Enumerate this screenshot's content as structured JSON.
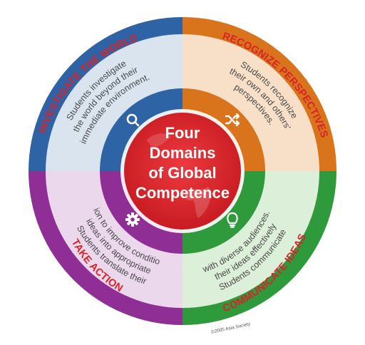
{
  "center": {
    "lines": [
      "Four",
      "Domains",
      "of Global",
      "Competence"
    ]
  },
  "domains": [
    {
      "title": "INVESTIGATE THE WORLD",
      "body": [
        "Students investigate",
        "the world beyond their",
        "immediate environment."
      ],
      "icon": "search-icon",
      "colors": {
        "outer": "#2e63a6",
        "inner": "#d9e4ef",
        "hub": "#2e63a6"
      }
    },
    {
      "title": "RECOGNIZE PERSPECTIVES",
      "body": [
        "Students recognize",
        "their own and others'",
        "perspectives."
      ],
      "icon": "shuffle-icon",
      "colors": {
        "outer": "#d9731c",
        "inner": "#f8dfc8",
        "hub": "#d9731c"
      }
    },
    {
      "title": "COMMUNICATE IDEAS",
      "body": [
        "Students communicate",
        "their ideas effectively",
        "with diverse audiences."
      ],
      "icon": "lightbulb-icon",
      "colors": {
        "outer": "#2e9a3c",
        "inner": "#dcefd8",
        "hub": "#2e9a3c"
      }
    },
    {
      "title": "TAKE ACTION",
      "body": [
        "Students translate their",
        "ideas into appropriate",
        "action to improve conditions."
      ],
      "icon": "gear-icon",
      "colors": {
        "outer": "#8f2f96",
        "inner": "#ecd8ec",
        "hub": "#8f2f96"
      }
    }
  ],
  "copyright": "©2005 Asia Society",
  "colors": {
    "center_red": "#e2252b",
    "title_red": "#d8232a"
  }
}
